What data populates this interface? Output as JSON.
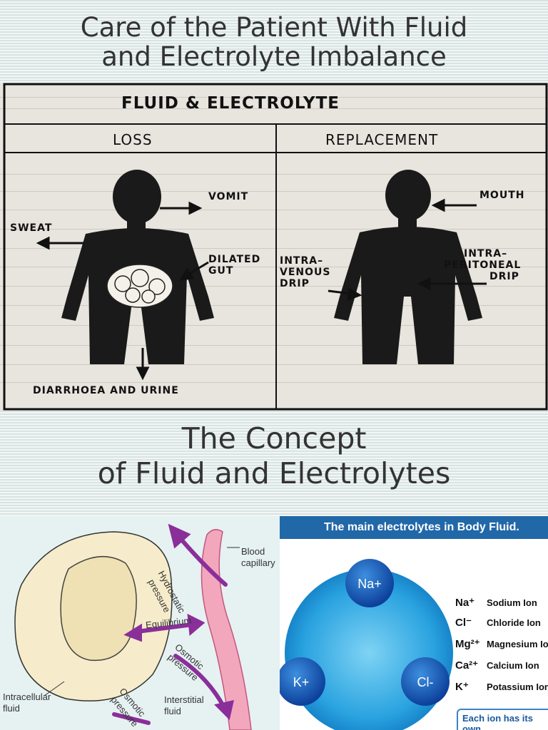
{
  "slide1": {
    "title_line1": "Care of the Patient With Fluid",
    "title_line2": "and Electrolyte Imbalance",
    "figure": {
      "header": "FLUID  &  ELECTROLYTE",
      "col_loss": "LOSS",
      "col_replacement": "REPLACEMENT",
      "labels": {
        "vomit": "VOMIT",
        "sweat": "SWEAT",
        "dilated_gut_1": "DILATED",
        "dilated_gut_2": "GUT",
        "diarrhoea": "DIARRHOEA  AND  URINE",
        "mouth": "MOUTH",
        "iv_1": "INTRA–",
        "iv_2": "VENOUS",
        "iv_3": "DRIP",
        "ip_1": "INTRA–",
        "ip_2": "PERITONEAL",
        "ip_3": "DRIP"
      }
    }
  },
  "slide2": {
    "title_line1": "The Concept",
    "title_line2": "of Fluid and Electrolytes",
    "diagram": {
      "blood_capillary_1": "Blood",
      "blood_capillary_2": "capillary",
      "hydrostatic_1": "Hydrostatic",
      "hydrostatic_2": "pressure",
      "equilibrium": "Equilibrium",
      "osmotic_a_1": "Osmotic",
      "osmotic_a_2": "pressure",
      "osmotic_b_1": "Osmotic",
      "osmotic_b_2": "pressure",
      "intracellular_1": "Intracellular",
      "intracellular_2": "fluid",
      "interstitial_1": "Interstitial",
      "interstitial_2": "fluid"
    },
    "electrolytes": {
      "heading": "The main electrolytes in Body Fluid.",
      "circle_na": "Na+",
      "circle_k": "K+",
      "circle_cl": "Cl-",
      "ions": [
        {
          "symbol": "Na⁺",
          "name": "Sodium Ion"
        },
        {
          "symbol": "Cl⁻",
          "name": "Chloride Ion"
        },
        {
          "symbol": "Mg²⁺",
          "name": "Magnesium Ion"
        },
        {
          "symbol": "Ca²⁺",
          "name": "Calcium Ion"
        },
        {
          "symbol": "K⁺",
          "name": "Potassium Ion"
        }
      ],
      "note": "Each ion has its own"
    },
    "colors": {
      "header_blue": "#2168a8",
      "capillary_pink": "#f2a7bd",
      "arrow_purple": "#8a2f9a",
      "cell_fill": "#f6eccb"
    }
  }
}
